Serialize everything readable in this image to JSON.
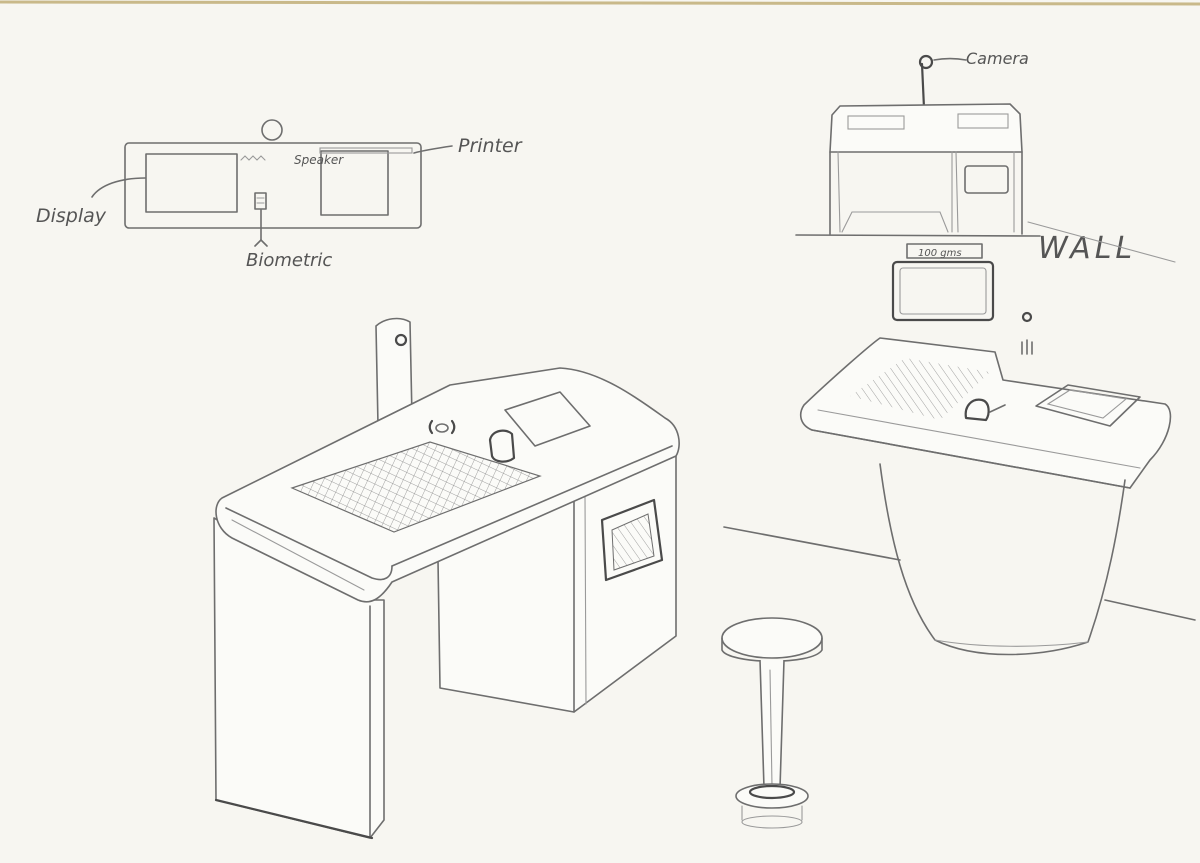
{
  "labels": {
    "display": "Display",
    "speaker": "Speaker",
    "printer": "Printer",
    "biometric": "Biometric",
    "camera": "Camera",
    "wall": "WALL",
    "weight_readout": "100 gms"
  },
  "colors": {
    "paper": "#f7f6f1",
    "pencil": "#6e6e6e",
    "pencil_dark": "#4a4a4a"
  }
}
